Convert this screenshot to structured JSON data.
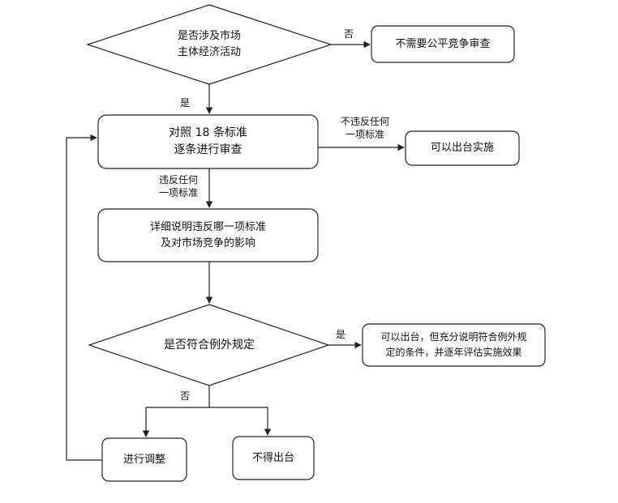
{
  "nodes": {
    "market_decision": {
      "lines": [
        "是否涉及市场",
        "主体经济活动"
      ]
    },
    "no_review": {
      "text": "不需要公平竞争审查"
    },
    "review_18": {
      "lines": [
        "对照 18 条标准",
        "逐条进行审查"
      ]
    },
    "can_implement": {
      "text": "可以出台实施"
    },
    "explain": {
      "lines": [
        "详细说明违反哪一项标准",
        "及对市场竞争的影响"
      ]
    },
    "exception_decision": {
      "text": "是否符合例外规定"
    },
    "exception_yes": {
      "lines": [
        "可以出台，但充分说明符合例外规",
        "定的条件，并逐年评估实施效果"
      ]
    },
    "adjust": {
      "text": "进行调整"
    },
    "not_issue": {
      "text": "不得出台"
    }
  },
  "edge_labels": {
    "market_no": "否",
    "market_yes": "是",
    "no_violation": [
      "不违反任何",
      "一项标准"
    ],
    "violation": [
      "违反任何",
      "一项标准"
    ],
    "exception_yes": "是",
    "exception_no": "否"
  },
  "colors": {
    "line": "#222222",
    "fill": "#ffffff"
  }
}
